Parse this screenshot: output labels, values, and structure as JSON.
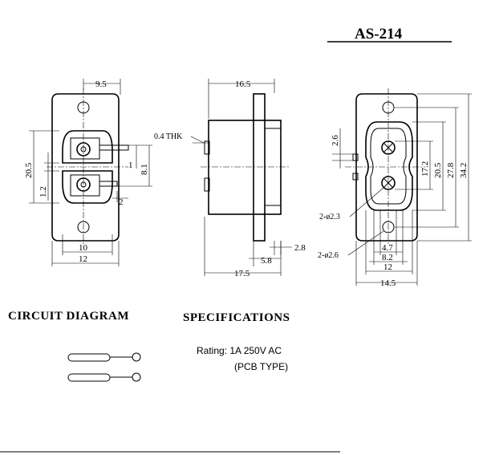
{
  "title": "AS-214",
  "headings": {
    "circuit": "CIRCUIT DIAGRAM",
    "specs": "SPECIFICATIONS"
  },
  "specs": {
    "rating": "Rating: 1A 250V AC",
    "type": "(PCB TYPE)"
  },
  "front_view": {
    "width_top": "9.5",
    "height_outer": "20.5",
    "height_inner": "1.2",
    "pin_offset": "1",
    "pin_height": "8.1",
    "pin_width": "2",
    "bottom_inner": "10",
    "bottom_outer": "12"
  },
  "side_view": {
    "depth_top": "16.5",
    "thickness": "0.4 THK",
    "plate": "2.8",
    "flange": "5.8",
    "depth_bottom": "17.5"
  },
  "back_view": {
    "pin_gap": "2.6",
    "v1": "17.2",
    "v2": "20.5",
    "v3": "27.8",
    "v4": "34.2",
    "hole_small": "2-ø2.3",
    "hole_large": "2-ø2.6",
    "w1": "4.7",
    "w2": "8.2",
    "w3": "12",
    "w4": "14.5"
  }
}
